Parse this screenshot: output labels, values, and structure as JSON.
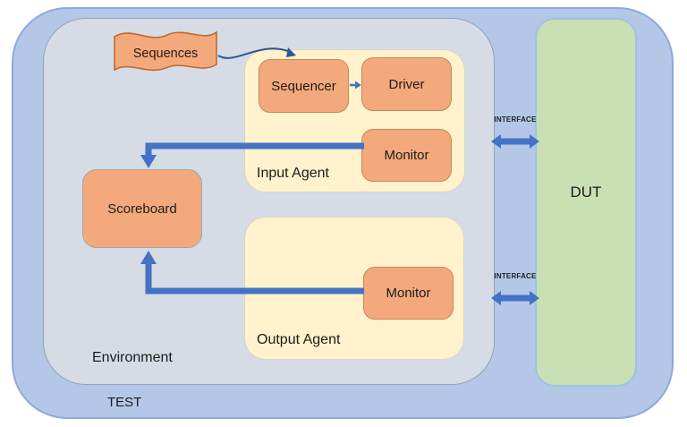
{
  "diagram": {
    "test": {
      "label": "TEST"
    },
    "environment": {
      "label": "Environment"
    },
    "dut": {
      "label": "DUT"
    },
    "sequences": {
      "label": "Sequences"
    },
    "input_agent": {
      "label": "Input Agent"
    },
    "sequencer": {
      "label": "Sequencer"
    },
    "driver": {
      "label": "Driver"
    },
    "input_monitor": {
      "label": "Monitor"
    },
    "output_agent": {
      "label": "Output Agent"
    },
    "output_monitor": {
      "label": "Monitor"
    },
    "scoreboard": {
      "label": "Scoreboard"
    },
    "interface_top": {
      "label": "INTERFACE"
    },
    "interface_bottom": {
      "label": "INTERFACE"
    }
  },
  "colors": {
    "test_fill": "#B4C7E7",
    "test_border": "#8EA9DB",
    "environment_fill": "#D6DCE5",
    "environment_border": "#96A1B5",
    "agent_fill": "#FFF2CC",
    "agent_border": "#D9D5C9",
    "node_fill": "#F3A97C",
    "node_border": "#C98756",
    "scoreboard_border": "#A6A6A6",
    "sequences_border": "#BF6A33",
    "dut_fill": "#C9E0B4",
    "dut_border": "#9CC3E6",
    "thick_arrow": "#4472C4",
    "thin_arrow": "#2F5597",
    "text": "#1C1C1C"
  }
}
